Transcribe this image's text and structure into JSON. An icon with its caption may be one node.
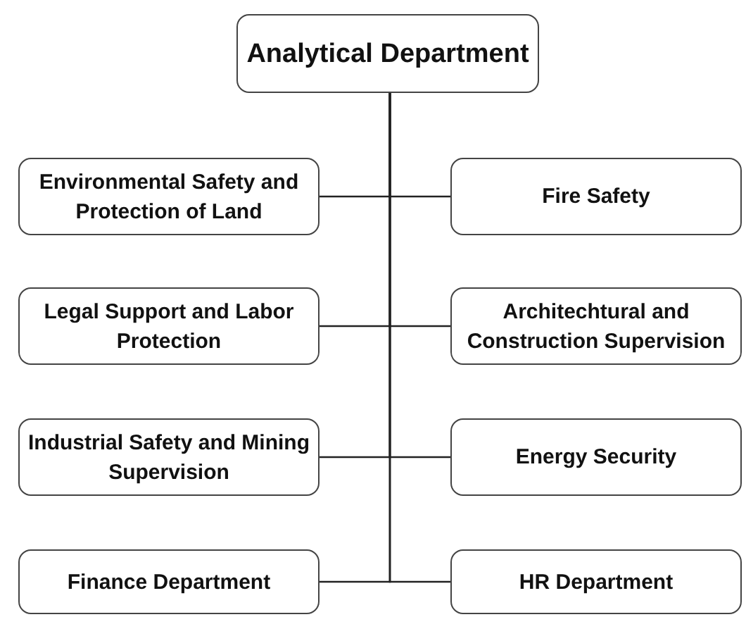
{
  "diagram": {
    "nodes": [
      {
        "text": [
          "Analytical Department"
        ]
      },
      {
        "text": [
          "Environmental Safety and Protection of Land"
        ]
      },
      {
        "text": [
          "Fire Safety"
        ]
      },
      {
        "text": [
          "Legal Support and Labor Protection"
        ]
      },
      {
        "text": [
          "Architechtural and Construction Supervision"
        ]
      },
      {
        "text": [
          "Industrial Safety and Mining Supervision"
        ]
      },
      {
        "text": [
          "Energy Security"
        ]
      },
      {
        "text": [
          "Finance Department"
        ]
      },
      {
        "text": [
          "HR Department"
        ]
      }
    ],
    "edges": [
      {
        "from": 0,
        "to": 1,
        "arrow": "none"
      },
      {
        "from": 0,
        "to": 2,
        "arrow": "none"
      },
      {
        "from": 0,
        "to": 3,
        "arrow": "none"
      },
      {
        "from": 0,
        "to": 4,
        "arrow": "none"
      },
      {
        "from": 0,
        "to": 5,
        "arrow": "none"
      },
      {
        "from": 0,
        "to": 6,
        "arrow": "none"
      },
      {
        "from": 0,
        "to": 7,
        "arrow": "none"
      },
      {
        "from": 0,
        "to": 8,
        "arrow": "none"
      }
    ]
  }
}
